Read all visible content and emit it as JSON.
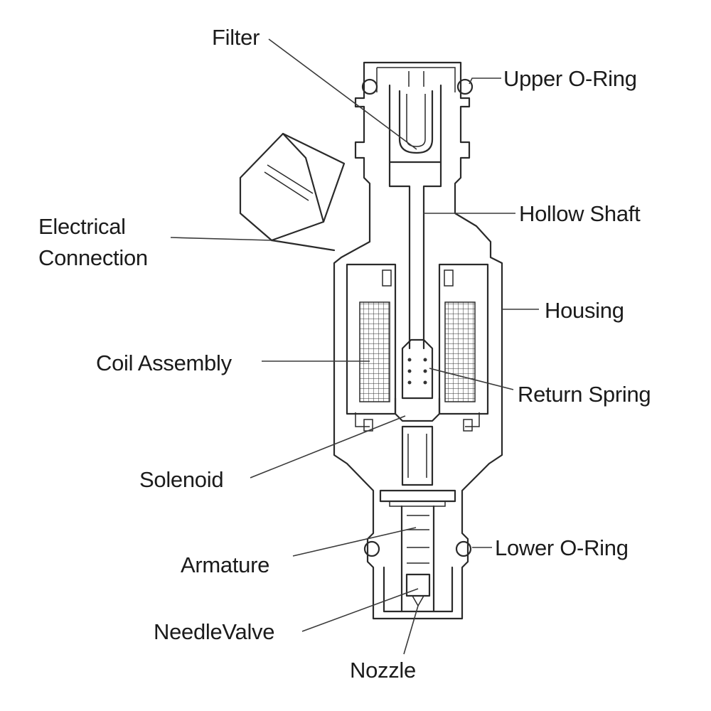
{
  "labels": {
    "filter": "Filter",
    "upper_o_ring": "Upper O-Ring",
    "electrical_connection_line1": "Electrical",
    "electrical_connection_line2": "Connection",
    "hollow_shaft": "Hollow Shaft",
    "housing": "Housing",
    "coil_assembly": "Coil Assembly",
    "return_spring": "Return Spring",
    "solenoid": "Solenoid",
    "armature": "Armature",
    "lower_o_ring": "Lower O-Ring",
    "needle_valve": "NeedleValve",
    "nozzle": "Nozzle"
  },
  "colors": {
    "line": "#2a2a2a",
    "text": "#1b1b1b",
    "background": "#ffffff"
  }
}
